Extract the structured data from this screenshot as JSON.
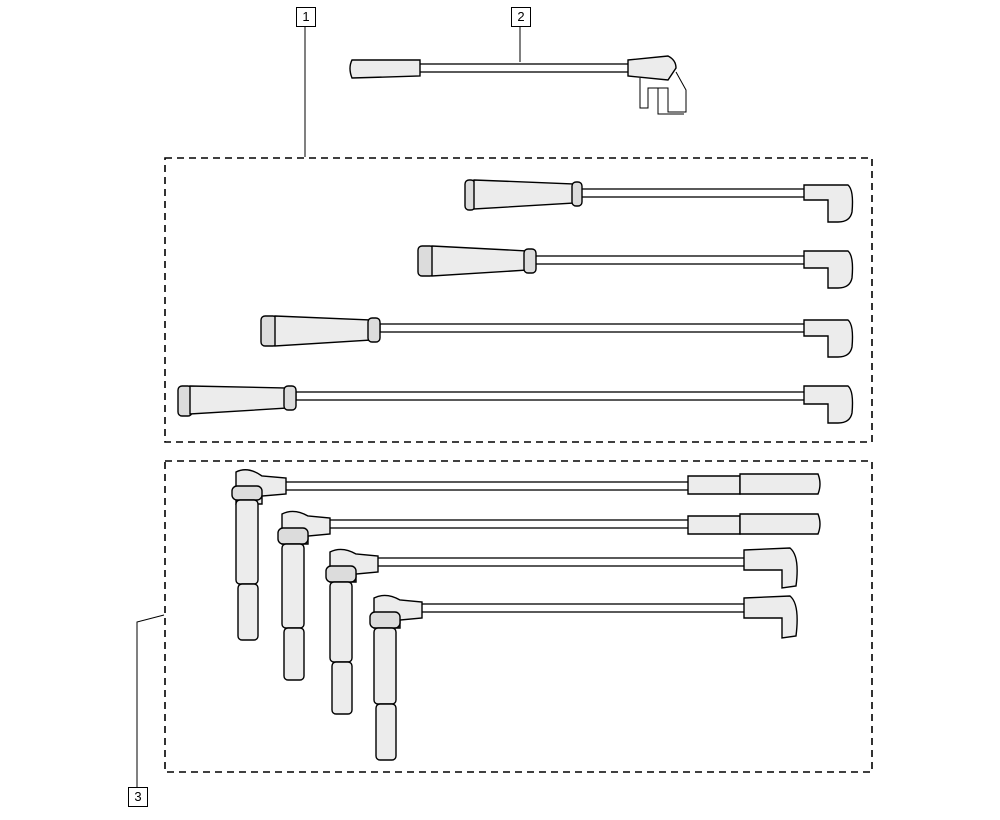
{
  "callouts": [
    {
      "label": "1"
    },
    {
      "label": "2"
    },
    {
      "label": "3"
    }
  ],
  "colors": {
    "ink": "#000000",
    "boot_fill": "#ececec",
    "paper": "#ffffff"
  }
}
